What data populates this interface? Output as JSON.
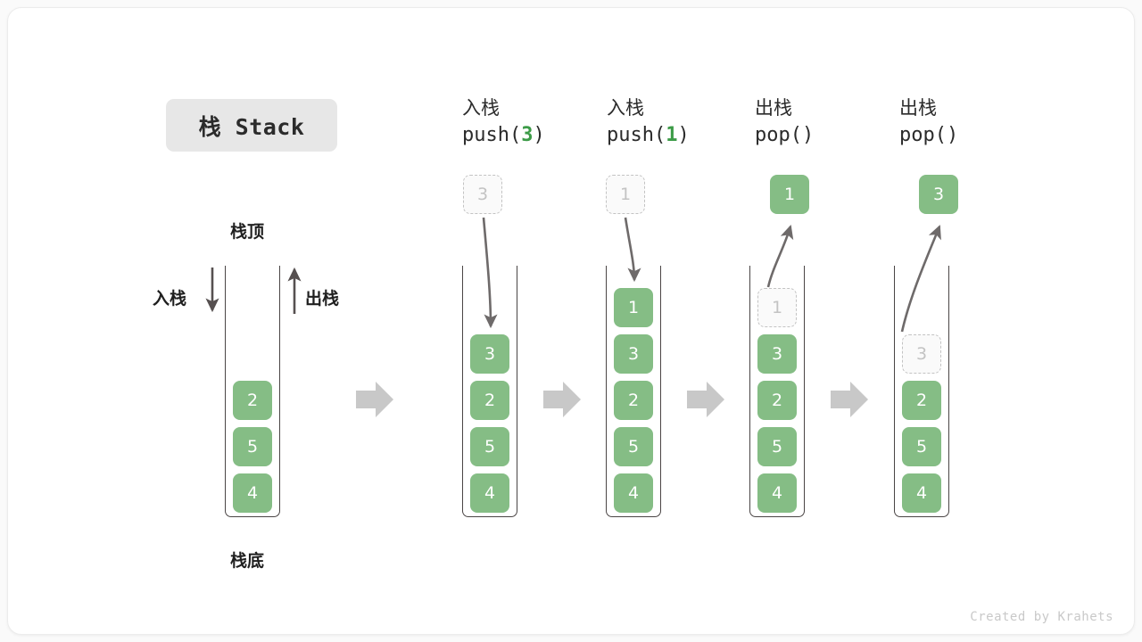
{
  "title_badge": {
    "label": "栈 Stack"
  },
  "footer": {
    "credit": "Created by Krahets"
  },
  "colors": {
    "element_green": "#85bd85",
    "arg_green": "#3c9b47",
    "ghost_gray": "#c3c3c3",
    "arrow_gray": "#6e6a6a",
    "block_arrow_gray": "#c8c8c8",
    "badge_bg": "#e7e7e7"
  },
  "legend": {
    "top_label": "栈顶",
    "bottom_label": "栈底",
    "push_label": "入栈",
    "pop_label": "出栈"
  },
  "initial_stack": {
    "items": [
      "2",
      "5",
      "4"
    ],
    "top_annotation": "栈顶",
    "bottom_annotation": "栈底",
    "left_arrow_label": "入栈",
    "right_arrow_label": "出栈"
  },
  "steps": [
    {
      "cn_label": "入栈",
      "fn_prefix": "push(",
      "fn_arg": "3",
      "fn_suffix": ")",
      "floating": {
        "value": "3",
        "style": "ghost",
        "position": "above"
      },
      "stack_items": [
        {
          "value": "3",
          "style": "solid"
        },
        {
          "value": "2",
          "style": "solid"
        },
        {
          "value": "5",
          "style": "solid"
        },
        {
          "value": "4",
          "style": "solid"
        }
      ],
      "arrow_direction": "down"
    },
    {
      "cn_label": "入栈",
      "fn_prefix": "push(",
      "fn_arg": "1",
      "fn_suffix": ")",
      "floating": {
        "value": "1",
        "style": "ghost",
        "position": "above"
      },
      "stack_items": [
        {
          "value": "1",
          "style": "solid"
        },
        {
          "value": "3",
          "style": "solid"
        },
        {
          "value": "2",
          "style": "solid"
        },
        {
          "value": "5",
          "style": "solid"
        },
        {
          "value": "4",
          "style": "solid"
        }
      ],
      "arrow_direction": "down"
    },
    {
      "cn_label": "出栈",
      "fn_prefix": "pop(",
      "fn_arg": "",
      "fn_suffix": ")",
      "floating": {
        "value": "1",
        "style": "solid",
        "position": "above"
      },
      "stack_items": [
        {
          "value": "1",
          "style": "ghost"
        },
        {
          "value": "3",
          "style": "solid"
        },
        {
          "value": "2",
          "style": "solid"
        },
        {
          "value": "5",
          "style": "solid"
        },
        {
          "value": "4",
          "style": "solid"
        }
      ],
      "arrow_direction": "up"
    },
    {
      "cn_label": "出栈",
      "fn_prefix": "pop(",
      "fn_arg": "",
      "fn_suffix": ")",
      "floating": {
        "value": "3",
        "style": "solid",
        "position": "above"
      },
      "stack_items": [
        {
          "value": "3",
          "style": "ghost"
        },
        {
          "value": "2",
          "style": "solid"
        },
        {
          "value": "5",
          "style": "solid"
        },
        {
          "value": "4",
          "style": "solid"
        }
      ],
      "arrow_direction": "up"
    }
  ]
}
